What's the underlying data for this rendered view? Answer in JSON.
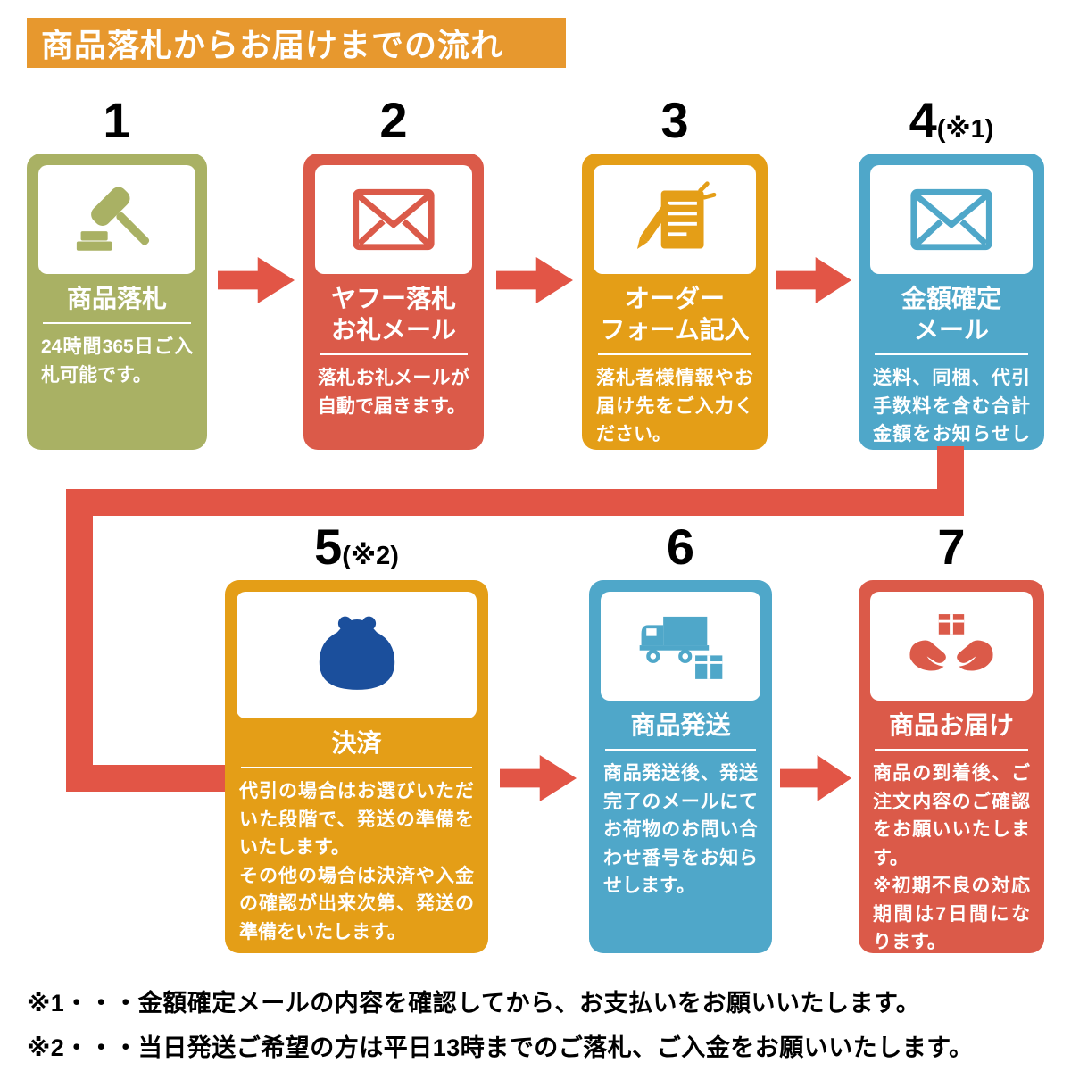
{
  "header": {
    "title": "商品落札からお届けまでの流れ"
  },
  "colors": {
    "banner": "#E7982E",
    "arrow": "#E25546",
    "connector": "#E25546",
    "olive": "#A9B164",
    "red": "#DB5A49",
    "orange": "#E49E17",
    "blue": "#4FA7C9",
    "purse_navy": "#1B4F9C",
    "text": "#000000",
    "background": "#FFFFFF"
  },
  "steps": [
    {
      "number": "1",
      "suffix": "",
      "title": "商品落札",
      "description": "24時間365日ご入札可能です。",
      "color": "#A9B164",
      "icon": "gavel-icon"
    },
    {
      "number": "2",
      "suffix": "",
      "title": "ヤフー落札\nお礼メール",
      "description": "落札お礼メールが自動で届きます。",
      "color": "#DB5A49",
      "icon": "mail-icon"
    },
    {
      "number": "3",
      "suffix": "",
      "title": "オーダー\nフォーム記入",
      "description": "落札者様情報やお届け先をご入力ください。",
      "color": "#E49E17",
      "icon": "order-form-icon"
    },
    {
      "number": "4",
      "suffix": "(※1)",
      "title": "金額確定\nメール",
      "description": "送料、同梱、代引手数料を含む合計金額をお知らせします。",
      "color": "#4FA7C9",
      "icon": "mail-icon"
    },
    {
      "number": "5",
      "suffix": "(※2)",
      "title": "決済",
      "description": "代引の場合はお選びいただいた段階で、発送の準備をいたします。\nその他の場合は決済や入金の確認が出来次第、発送の準備をいたします。",
      "color": "#E49E17",
      "icon": "coin-purse-icon"
    },
    {
      "number": "6",
      "suffix": "",
      "title": "商品発送",
      "description": "商品発送後、発送完了のメールにてお荷物のお問い合わせ番号をお知らせします。",
      "color": "#4FA7C9",
      "icon": "truck-icon"
    },
    {
      "number": "7",
      "suffix": "",
      "title": "商品お届け",
      "description": "商品の到着後、ご注文内容のご確認をお願いいたします。\n※初期不良の対応期間は7日間になります。",
      "color": "#DB5A49",
      "icon": "delivery-hands-icon"
    }
  ],
  "footnotes": [
    "※1・・・金額確定メールの内容を確認してから、お支払いをお願いいたします。",
    "※2・・・当日発送ご希望の方は平日13時までのご落札、ご入金をお願いいたします。"
  ]
}
